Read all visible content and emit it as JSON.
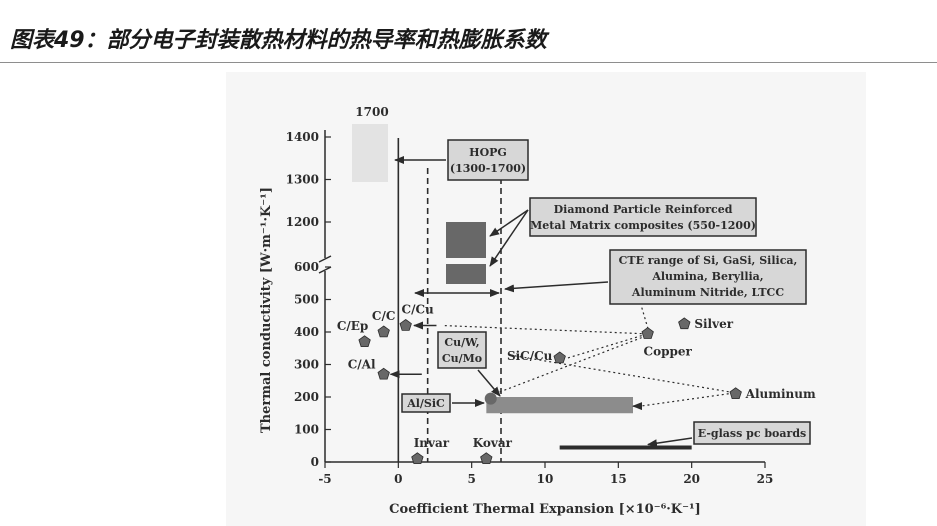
{
  "header": {
    "title": "图表49：部分电子封装散热材料的热导率和热膨胀系数"
  },
  "colors": {
    "ink": "#2c2c2c",
    "box_fill": "#d7d7d7",
    "dark_fill": "#686868",
    "bar_fill": "#8c8c8c"
  },
  "chart_data": {
    "type": "scatter",
    "title": "",
    "xlabel": "Coefficient Thermal Expansion [×10⁻⁶·K⁻¹]",
    "ylabel": "Thermal conductivity [W·m⁻¹·K⁻¹]",
    "xlim": [
      -5,
      25
    ],
    "x_ticks": [
      -5,
      0,
      5,
      10,
      15,
      20,
      25
    ],
    "y_ticks_lower": [
      0,
      100,
      200,
      300,
      400,
      500,
      600
    ],
    "y_ticks_upper": [
      1200,
      1300,
      1400
    ],
    "y_break_label": "1700",
    "y_axis_break": "600 to 1200",
    "grid": false,
    "points": [
      {
        "label": "C/Ep",
        "x": -2.3,
        "y": 370
      },
      {
        "label": "C/C",
        "x": -1.0,
        "y": 400
      },
      {
        "label": "C/Cu",
        "x": 0.5,
        "y": 420
      },
      {
        "label": "C/Al",
        "x": -1.0,
        "y": 270
      },
      {
        "label": "Silver",
        "x": 19.5,
        "y": 425
      },
      {
        "label": "Copper",
        "x": 17.0,
        "y": 395
      },
      {
        "label": "SiC/Cu",
        "x": 11.0,
        "y": 320
      },
      {
        "label": "Aluminum",
        "x": 23.0,
        "y": 210
      },
      {
        "label": "Invar",
        "x": 1.3,
        "y": 10
      },
      {
        "label": "Kovar",
        "x": 6.0,
        "y": 10
      }
    ],
    "regions": [
      {
        "label": "HOPG",
        "range_text": "(1300-1700)"
      },
      {
        "label": "Diamond Particle Reinforced",
        "line2": "Metal Matrix composites (550-1200)"
      },
      {
        "label": "CTE range of Si, GaSi, Silica,",
        "line2": "Alumina, Beryllia,",
        "line3": "Aluminum Nitride, LTCC",
        "x_range": [
          1,
          7
        ]
      },
      {
        "label": "Cu/W,",
        "line2": "Cu/Mo",
        "x": 6.3,
        "y": 195
      },
      {
        "label": "Al/SiC",
        "x_range": [
          6,
          16
        ],
        "y_range": [
          150,
          200
        ]
      },
      {
        "label": "E-glass pc boards",
        "x_range": [
          11,
          20
        ],
        "y": 20
      }
    ],
    "vertical_reference_lines": [
      0,
      2,
      7
    ]
  }
}
